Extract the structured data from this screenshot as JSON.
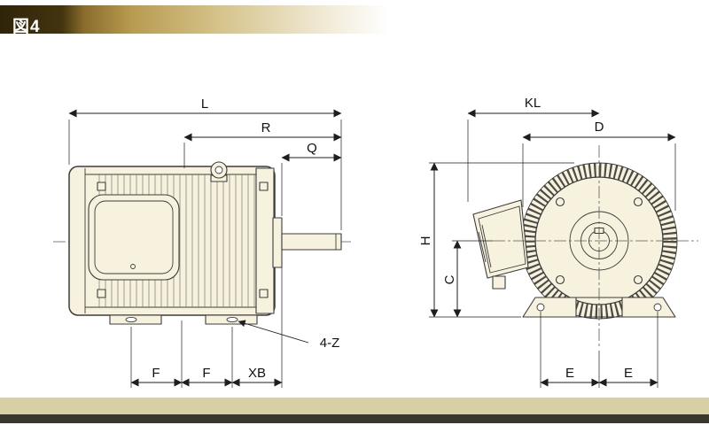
{
  "banner": {
    "title": "図4"
  },
  "side_view": {
    "dims": {
      "L": "L",
      "R": "R",
      "Q": "Q",
      "F1": "F",
      "F2": "F",
      "XB": "XB",
      "Z": "4-Z"
    }
  },
  "end_view": {
    "dims": {
      "KL": "KL",
      "D": "D",
      "H": "H",
      "C": "C",
      "E1": "E",
      "E2": "E"
    }
  },
  "colors": {
    "body_fill": "#f7f2de",
    "outline": "#3c3c3c",
    "banner_dark": "#2f2408",
    "banner_gold": "#b99b51",
    "footer_band": "#d8cfa6",
    "footer_bar": "#39382f"
  }
}
